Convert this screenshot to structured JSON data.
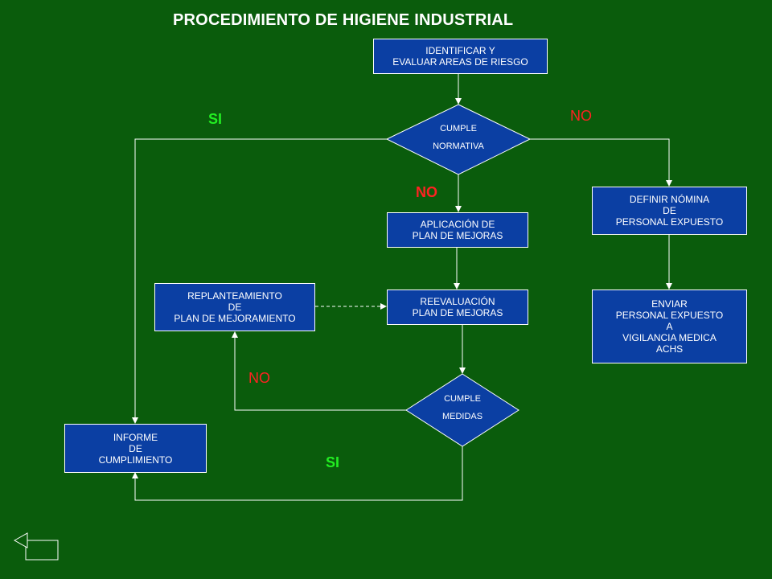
{
  "title": "PROCEDIMIENTO DE HIGIENE INDUSTRIAL",
  "boxes": {
    "identificar": "IDENTIFICAR   Y\nEVALUAR  AREAS  DE RIESGO",
    "aplicacion": "APLICACIÓN  DE\nPLAN DE MEJORAS",
    "definir": "DEFINIR  NÓMINA\nDE\nPERSONAL EXPUESTO",
    "replanteamiento": "REPLANTEAMIENTO\nDE\nPLAN DE MEJORAMIENTO",
    "reevaluacion": "REEVALUACIÓN\nPLAN DE MEJORAS",
    "enviar": "ENVIAR\nPERSONAL EXPUESTO\nA\nVIGILANCIA   MEDICA\nACHS",
    "informe": "INFORME\nDE\nCUMPLIMIENTO"
  },
  "decisions": {
    "cumple_normativa": "CUMPLE\nNORMATIVA",
    "cumple_medidas": "CUMPLE\nMEDIDAS"
  },
  "branches": {
    "si_top": "SI",
    "no_right": "NO",
    "no_center": "NO",
    "no_left": "NO",
    "si_bottom": "SI"
  },
  "colors": {
    "background": "#0a5c0c",
    "box_fill": "#0b3fa3",
    "yes_label": "#22ee22",
    "no_label": "#ff2222"
  },
  "icons": {
    "return": "return-arrow-icon"
  }
}
